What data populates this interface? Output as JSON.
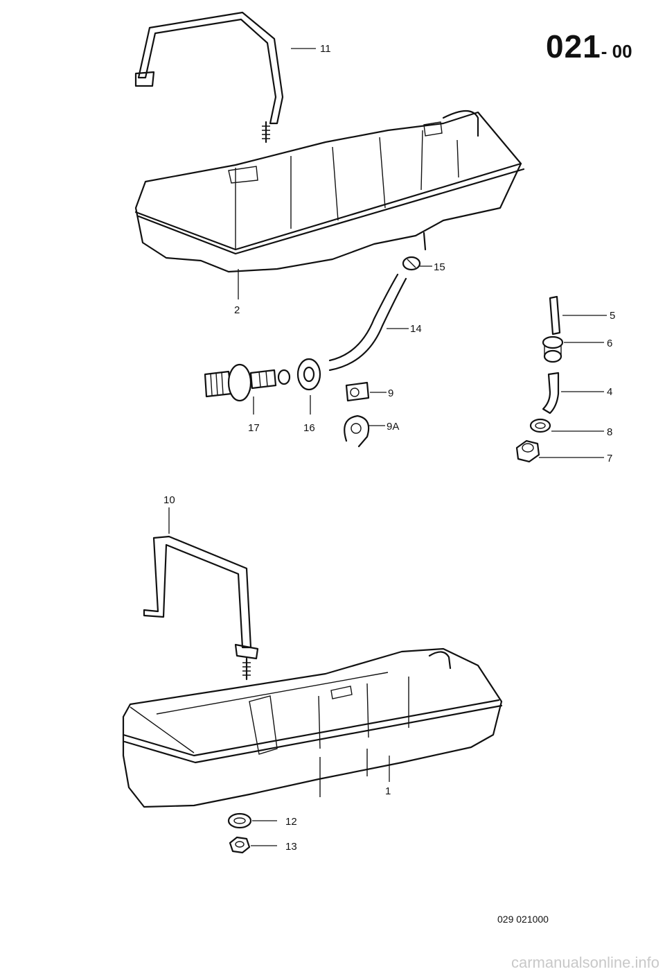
{
  "header": {
    "code_main": "021",
    "code_sub": "- 00"
  },
  "reference": "029  021000",
  "watermark": "carmanualsonline.info",
  "callouts": {
    "c1": "1",
    "c2": "2",
    "c4": "4",
    "c5": "5",
    "c6": "6",
    "c7": "7",
    "c8": "8",
    "c9": "9",
    "c9a": "9A",
    "c10": "10",
    "c11": "11",
    "c12": "12",
    "c13": "13",
    "c14": "14",
    "c15": "15",
    "c16": "16",
    "c17": "17"
  }
}
